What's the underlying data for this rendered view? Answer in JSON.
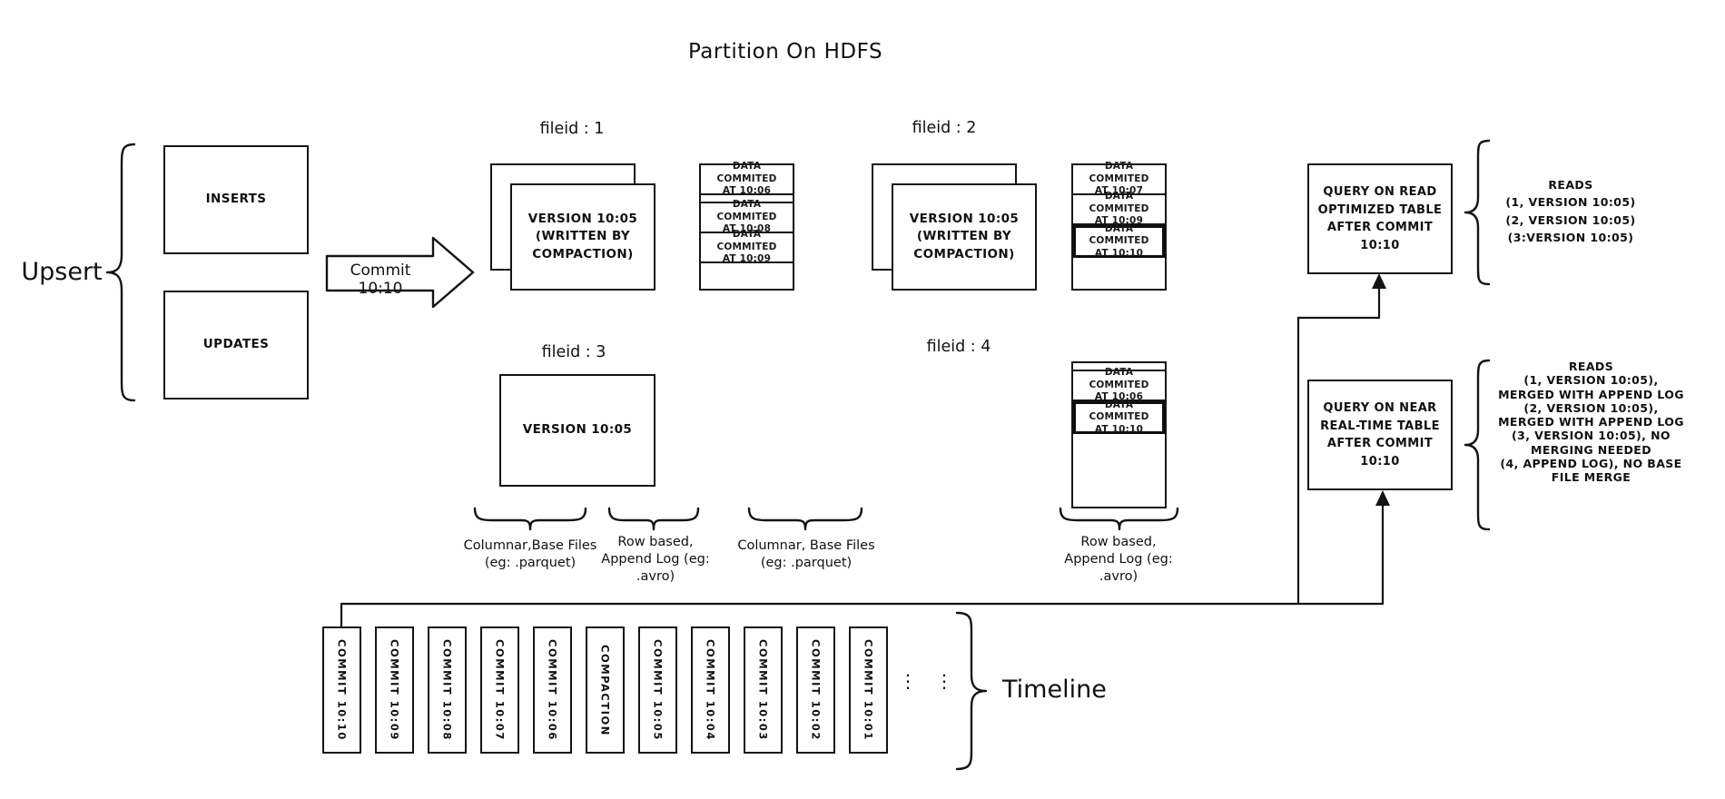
{
  "title": "Partition On HDFS",
  "colors": {
    "ink": "#1a1a1a",
    "background": "#ffffff"
  },
  "upsert": {
    "label": "Upsert",
    "inserts": "INSERTS",
    "updates": "UPDATES"
  },
  "commit_arrow": {
    "label": "Commit 10:10"
  },
  "file_groups": {
    "f1": {
      "label": "fileid : 1",
      "base": "VERSION 10:05\n(WRITTEN BY\nCOMPACTION)"
    },
    "f2": {
      "label": "fileid : 2",
      "base": "VERSION 10:05\n(WRITTEN BY\nCOMPACTION)"
    },
    "f3": {
      "label": "fileid : 3",
      "base": "VERSION 10:05"
    },
    "f4": {
      "label": "fileid : 4"
    }
  },
  "append_logs": {
    "log1": {
      "entries": [
        "DATA COMMITED\nAT 10:06",
        "DATA COMMITED\nAT 10:08",
        "DATA COMMITED\nAT 10:09"
      ]
    },
    "log2": {
      "entries": [
        "DATA COMMITED\nAT 10:07",
        "DATA COMMITED\nAT 10:09",
        "DATA COMMITED\nAT 10:10"
      ]
    },
    "log4": {
      "entries": [
        "DATA COMMITED\nAT 10:06",
        "DATA COMMITED\nAT 10:10"
      ]
    }
  },
  "column_labels": {
    "base1": "Columnar,Base Files\n(eg: .parquet)",
    "log1": "Row based,\nAppend Log (eg:\n.avro)",
    "base2": "Columnar, Base Files\n(eg: .parquet)",
    "log2": "Row based,\nAppend Log (eg:\n.avro)"
  },
  "queries": {
    "read_optimized": {
      "box": "QUERY ON READ\nOPTIMIZED TABLE\nAFTER COMMIT\n10:10",
      "reads": "READS\n(1, VERSION 10:05)\n(2, VERSION 10:05)\n(3:VERSION 10:05)"
    },
    "near_real_time": {
      "box": "QUERY ON NEAR\nREAL-TIME TABLE\nAFTER COMMIT\n10:10",
      "reads": "READS\n(1, VERSION 10:05),\nMERGED WITH APPEND LOG\n(2, VERSION 10:05),\nMERGED WITH APPEND LOG\n(3, VERSION 10:05), NO\nMERGING NEEDED\n(4, APPEND LOG), NO BASE\nFILE MERGE"
    }
  },
  "timeline": {
    "label": "Timeline",
    "ellipsis": "⋮",
    "items": [
      "COMMIT 10:10",
      "COMMIT 10:09",
      "COMMIT 10:08",
      "COMMIT 10:07",
      "COMMIT 10:06",
      "COMPACTION",
      "COMMIT 10:05",
      "COMMIT 10:04",
      "COMMIT 10:03",
      "COMMIT 10:02",
      "COMMIT 10:01"
    ]
  }
}
